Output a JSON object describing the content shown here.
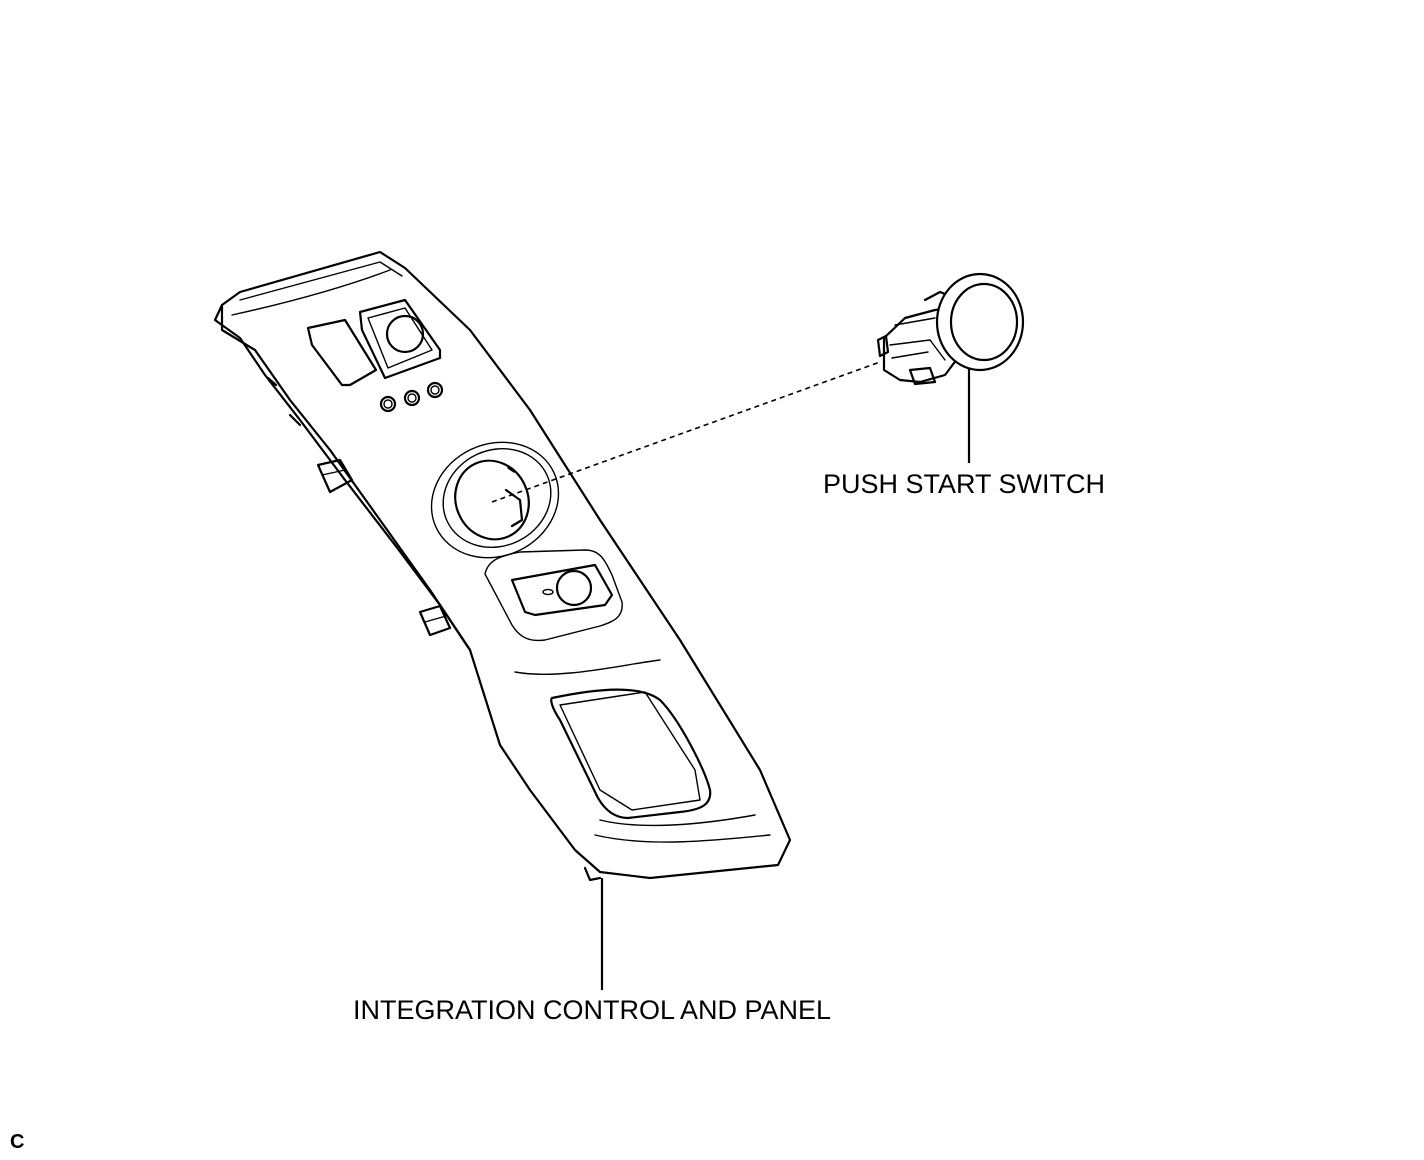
{
  "labels": {
    "push_start_switch": "PUSH START SWITCH",
    "integration_panel": "INTEGRATION CONTROL AND PANEL",
    "figure_code": "C"
  },
  "colors": {
    "line": "#000000",
    "background": "#ffffff"
  }
}
